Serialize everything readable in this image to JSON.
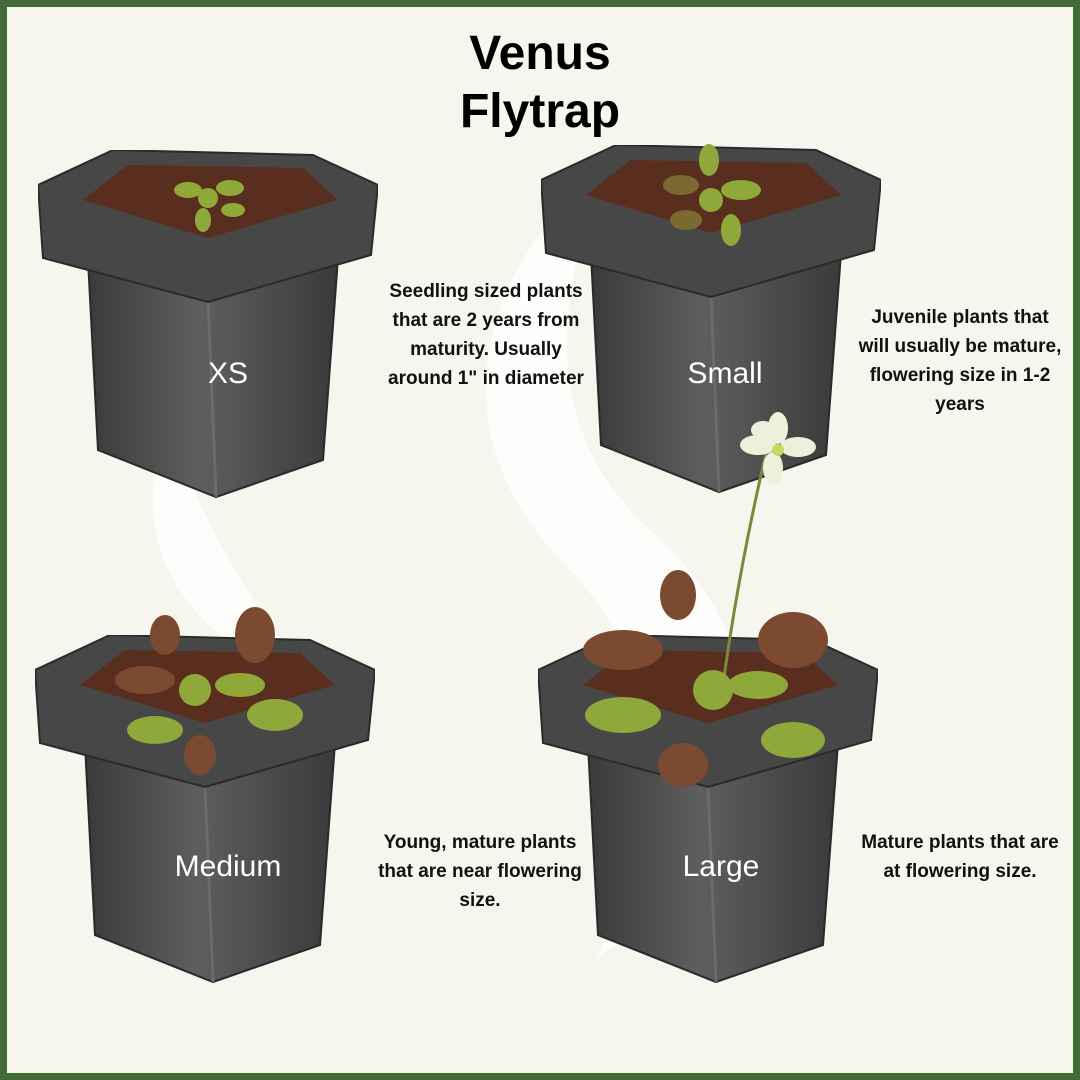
{
  "title": [
    "Venus",
    "Flytrap"
  ],
  "sizes": [
    {
      "label": "XS",
      "description": "Seedling sized plants that are 2 years from maturity. Usually around 1\" in diameter"
    },
    {
      "label": "Small",
      "description": "Juvenile plants that will usually be mature, flowering size in 1-2 years"
    },
    {
      "label": "Medium",
      "description": "Young, mature plants that are near flowering size."
    },
    {
      "label": "Large",
      "description": "Mature plants that are at flowering size."
    }
  ],
  "colors": {
    "border": "#436b3a",
    "background": "#f6f5ee",
    "pot": "#4a4a4a",
    "soil": "#5a2e1e",
    "plant": "#8fa83a"
  }
}
